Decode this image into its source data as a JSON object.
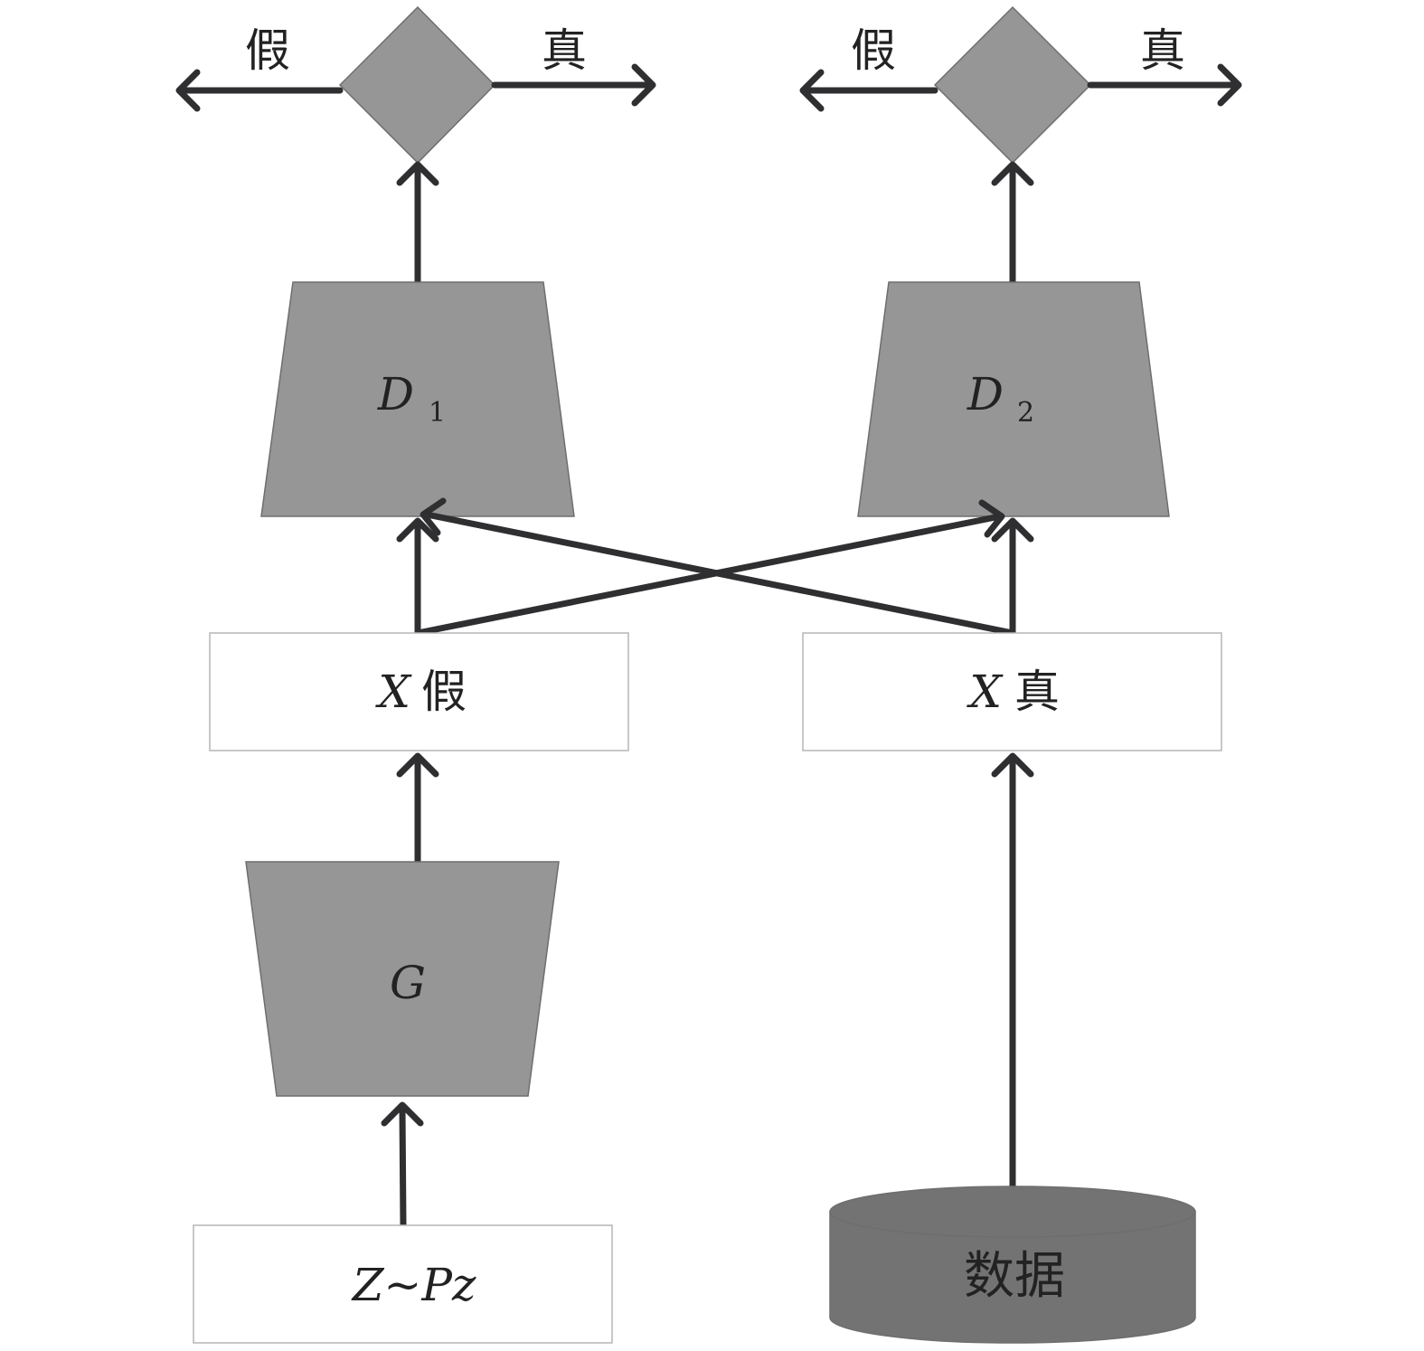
{
  "colors": {
    "block_fill": "#979697",
    "block_stroke": "#6e6e6e",
    "cylinder_fill": "#747374",
    "arrow": "#2f2f31",
    "text": "#222222"
  },
  "discriminator_left": {
    "label_main": "D",
    "label_sub": "1",
    "output_fake": "假",
    "output_real": "真"
  },
  "discriminator_right": {
    "label_main": "D",
    "label_sub": "2",
    "output_fake": "假",
    "output_real": "真"
  },
  "x_fake_box": {
    "var": "X",
    "text": "假"
  },
  "x_real_box": {
    "var": "X",
    "text": "真"
  },
  "generator": {
    "label": "G"
  },
  "noise_box": {
    "label": "Z~Pz"
  },
  "data_store": {
    "label": "数据"
  }
}
